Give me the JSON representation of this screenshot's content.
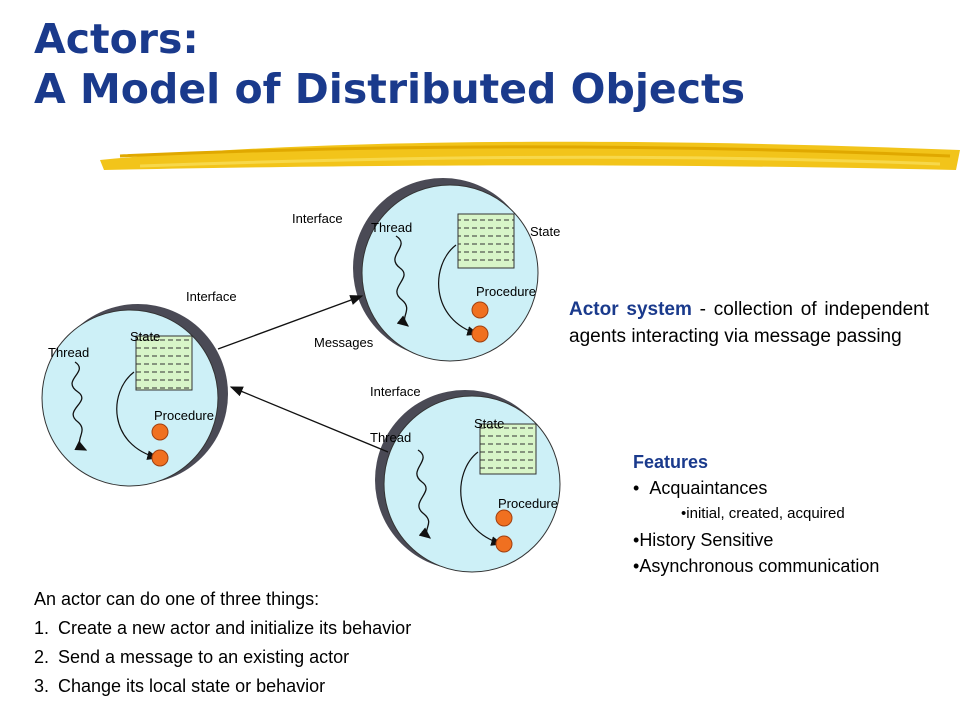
{
  "title": {
    "line1": "Actors:",
    "line2": "A Model of Distributed Objects"
  },
  "colors": {
    "title": "#1a3a8c",
    "highlight_stripe": "#f0c000",
    "actor_fill": "#cdf0f7",
    "actor_shadow": "#4a4a55",
    "state_fill": "#d8f5c8",
    "procedure": "#f07020"
  },
  "diagram": {
    "actor_left": {
      "thread": "Thread",
      "state": "State",
      "procedure": "Procedure"
    },
    "actor_top": {
      "thread": "Thread",
      "state": "State",
      "procedure": "Procedure",
      "interface": "Interface"
    },
    "actor_bottom": {
      "thread": "Thread",
      "state": "State",
      "procedure": "Procedure",
      "interface": "Interface"
    },
    "left_interface": "Interface",
    "messages": "Messages"
  },
  "actor_system": {
    "term": "Actor system",
    "description": " - collection of independent agents interacting via message passing"
  },
  "features": {
    "heading": "Features",
    "item1": "Acquaintances",
    "item1_sub": "initial, created, acquired",
    "item2": "History Sensitive",
    "item3": "Asynchronous communication"
  },
  "actor_can": {
    "intro": "An actor can do one of three things:",
    "items": [
      {
        "num": "1.",
        "text": "Create a new actor and initialize its behavior"
      },
      {
        "num": "2.",
        "text": "Send a message to an existing actor"
      },
      {
        "num": "3.",
        "text": "Change its local state or behavior"
      }
    ]
  }
}
